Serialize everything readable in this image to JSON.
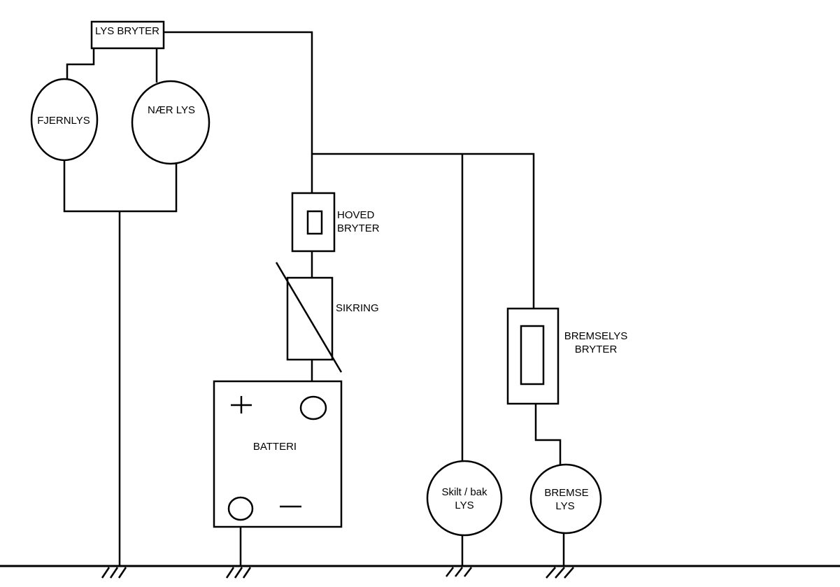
{
  "components": {
    "light_switch": "LYS BRYTER",
    "high_beam": "FJERNLYS",
    "low_beam": "NÆR LYS",
    "main_switch_line1": "HOVED",
    "main_switch_line2": "BRYTER",
    "fuse": "SIKRING",
    "battery": "BATTERI",
    "battery_plus": "+",
    "battery_minus": "–",
    "brake_switch_line1": "BREMSELYS",
    "brake_switch_line2": "BRYTER",
    "plate_light_line1": "Skilt / bak",
    "plate_light_line2": "LYS",
    "brake_light_line1": "BREMSE",
    "brake_light_line2": "LYS"
  },
  "colors": {
    "line": "#000000",
    "background": "#ffffff"
  }
}
